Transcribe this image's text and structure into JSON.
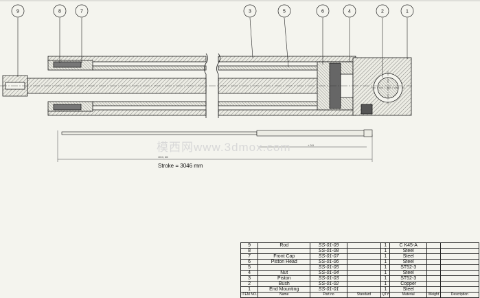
{
  "balloons": [
    "9",
    "8",
    "7",
    "3",
    "5",
    "6",
    "4",
    "2",
    "1"
  ],
  "stroke_label": "Stroke = 3046 mm",
  "dimension_left": "10.0, 46",
  "dimension_right": "+ 0.0",
  "watermark": "模西网www.3dmox.com",
  "bom": {
    "headers": [
      "ITEM NO.",
      "Name",
      "Part no",
      "Standard",
      "QTY",
      "Material",
      "Weight",
      "Description"
    ],
    "rows": [
      {
        "item": "9",
        "name": "Rod",
        "part": "SS-01-09",
        "qty": "1",
        "material": "C K45-A"
      },
      {
        "item": "8",
        "name": "",
        "part": "SS-01-08",
        "qty": "1",
        "material": "Steel"
      },
      {
        "item": "7",
        "name": "Front Cap",
        "part": "SS-01-07",
        "qty": "1",
        "material": "Steel"
      },
      {
        "item": "6",
        "name": "Piston Head",
        "part": "SS-01-06",
        "qty": "1",
        "material": "Steel"
      },
      {
        "item": "5",
        "name": "",
        "part": "SS-01-05",
        "qty": "1",
        "material": "ST52-3"
      },
      {
        "item": "4",
        "name": "Nut",
        "part": "SS-01-04",
        "qty": "1",
        "material": "Steel"
      },
      {
        "item": "3",
        "name": "Piston",
        "part": "SS-01-03",
        "qty": "1",
        "material": "ST52-3"
      },
      {
        "item": "2",
        "name": "Bush",
        "part": "SS-01-02",
        "qty": "1",
        "material": "Copper"
      },
      {
        "item": "1",
        "name": "End Mounting",
        "part": "SS-01-01",
        "qty": "1",
        "material": "Steel"
      }
    ]
  },
  "colors": {
    "paper": "#f4f4ee",
    "line": "#1a1a1a",
    "hatch": "#333333"
  }
}
